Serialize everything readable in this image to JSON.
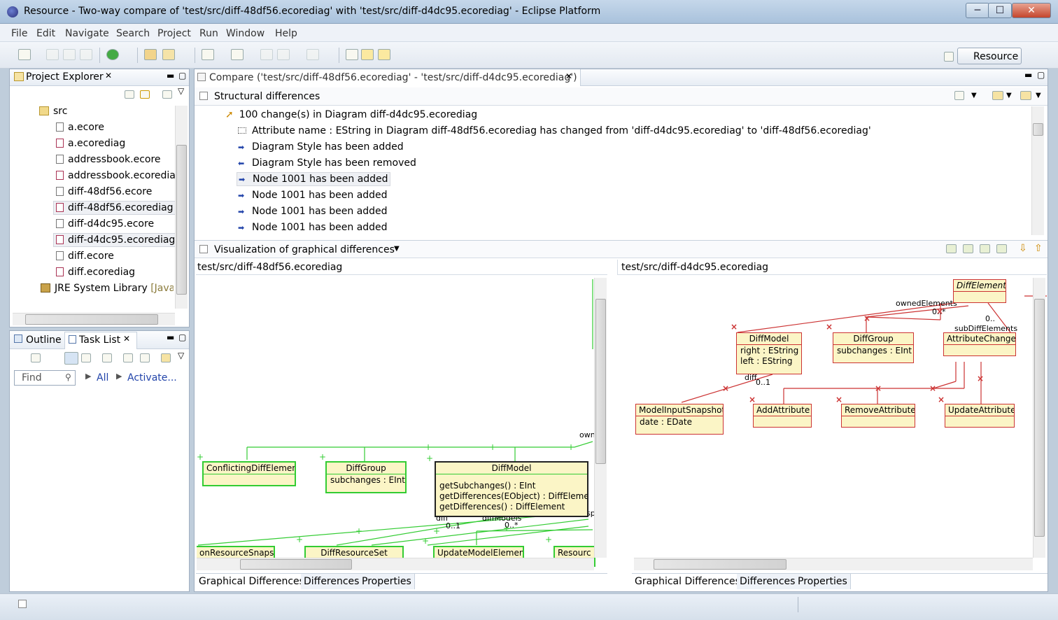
{
  "window": {
    "title": "Resource - Two-way compare of 'test/src/diff-48df56.ecorediag' with 'test/src/diff-d4dc95.ecorediag' - Eclipse Platform",
    "minimize": "─",
    "maximize": "☐",
    "close": "✕"
  },
  "menu": [
    "File",
    "Edit",
    "Navigate",
    "Search",
    "Project",
    "Run",
    "Window",
    "Help"
  ],
  "perspective": "Resource",
  "project_explorer": {
    "title": "Project Explorer",
    "items": [
      "src",
      "a.ecore",
      "a.ecorediag",
      "addressbook.ecore",
      "addressbook.ecorediag",
      "diff-48df56.ecore",
      "diff-48df56.ecorediag",
      "diff-d4dc95.ecore",
      "diff-d4dc95.ecorediag",
      "diff.ecore",
      "diff.ecorediag"
    ],
    "jre": "JRE System Library",
    "jre_suffix": "[JavaSE"
  },
  "bottom_left": {
    "tab_outline": "Outline",
    "tab_tasks": "Task List",
    "find_placeholder": "Find",
    "all": "All",
    "activate": "Activate..."
  },
  "compare": {
    "tab_title": "Compare ('test/src/diff-48df56.ecorediag' - 'test/src/diff-d4dc95.ecorediag')",
    "structural_title": "Structural differences",
    "root": "100 change(s) in Diagram diff-d4dc95.ecorediag",
    "rows": [
      "Attribute name : EString in Diagram diff-48df56.ecorediag has changed from 'diff-d4dc95.ecorediag' to 'diff-48df56.ecorediag'",
      "Diagram Style  has been added",
      "Diagram Style  has been removed",
      "Node 1001 has been added",
      "Node 1001 has been added",
      "Node 1001 has been added",
      "Node 1001 has been added"
    ],
    "viz_title": "Visualization of graphical differences",
    "left_path": "test/src/diff-48df56.ecorediag",
    "right_path": "test/src/diff-d4dc95.ecorediag"
  },
  "left_diagram": {
    "conflicting": "ConflictingDiffElement",
    "diffgroup": "DiffGroup",
    "diffgroup_attr": "subchanges : EInt",
    "diffmodel": "DiffModel",
    "ops": [
      "getSubchanges() : EInt",
      "getDifferences(EObject) : DiffElement",
      "getDifferences() : DiffElement"
    ],
    "bottom": [
      "onResourceSnapshot",
      "DiffResourceSet",
      "UpdateModelElement",
      "Resourc"
    ],
    "labels": {
      "own": "own",
      "diff": "diff",
      "diffModels": "diffModels",
      "m1": "0..1",
      "m2": "0..*",
      "resp": "resp"
    }
  },
  "right_diagram": {
    "diffelement": "DiffElement",
    "diffmodel": "DiffModel",
    "diffmodel_attrs": [
      "right : EString",
      "left : EString"
    ],
    "diffgroup": "DiffGroup",
    "diffgroup_attr": "subchanges : EInt",
    "attrchange": "AttributeChange",
    "snapshot": "ModelInputSnapshot",
    "snapshot_attr": "date : EDate",
    "add": "AddAttribute",
    "remove": "RemoveAttribute",
    "update": "UpdateAttribute",
    "labels": {
      "owned": "ownedElements",
      "m1": "0..*",
      "sub": "subDiffElements",
      "diff": "diff",
      "m2": "0..1",
      "m3": "0.."
    }
  },
  "bottom_tabs": [
    "Graphical Differences",
    "Differences",
    "Properties"
  ]
}
